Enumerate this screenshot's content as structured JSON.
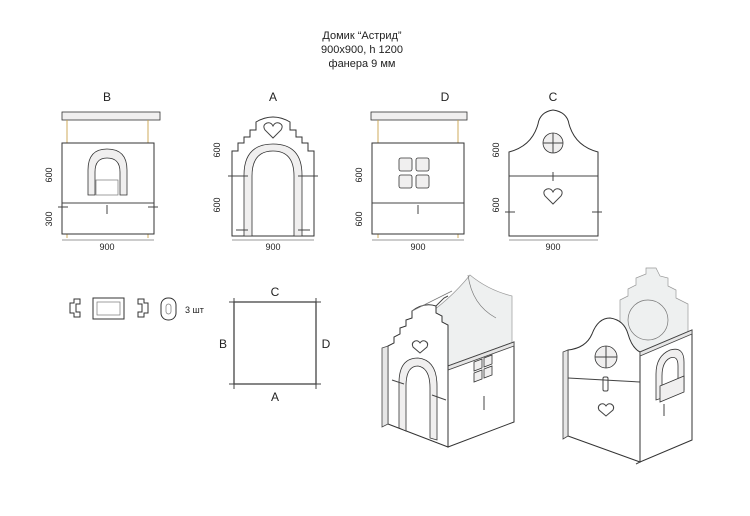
{
  "title": {
    "line1": "Домик “Астрид”",
    "line2": "900x900, h 1200",
    "line3": "фанера 9 мм"
  },
  "panels": {
    "b": {
      "label": "B",
      "width": "900",
      "upper_height": "600",
      "lower_height": "300"
    },
    "a": {
      "label": "A",
      "width": "900",
      "upper_height": "600",
      "lower_height": "600"
    },
    "d": {
      "label": "D",
      "width": "900",
      "upper_height": "600",
      "lower_height": "600"
    },
    "c": {
      "label": "C",
      "width": "900",
      "upper_height": "600",
      "lower_height": "600"
    }
  },
  "parts": {
    "quantity": "3 шт"
  },
  "plan": {
    "top": "C",
    "left": "B",
    "right": "D",
    "bottom": "A"
  }
}
